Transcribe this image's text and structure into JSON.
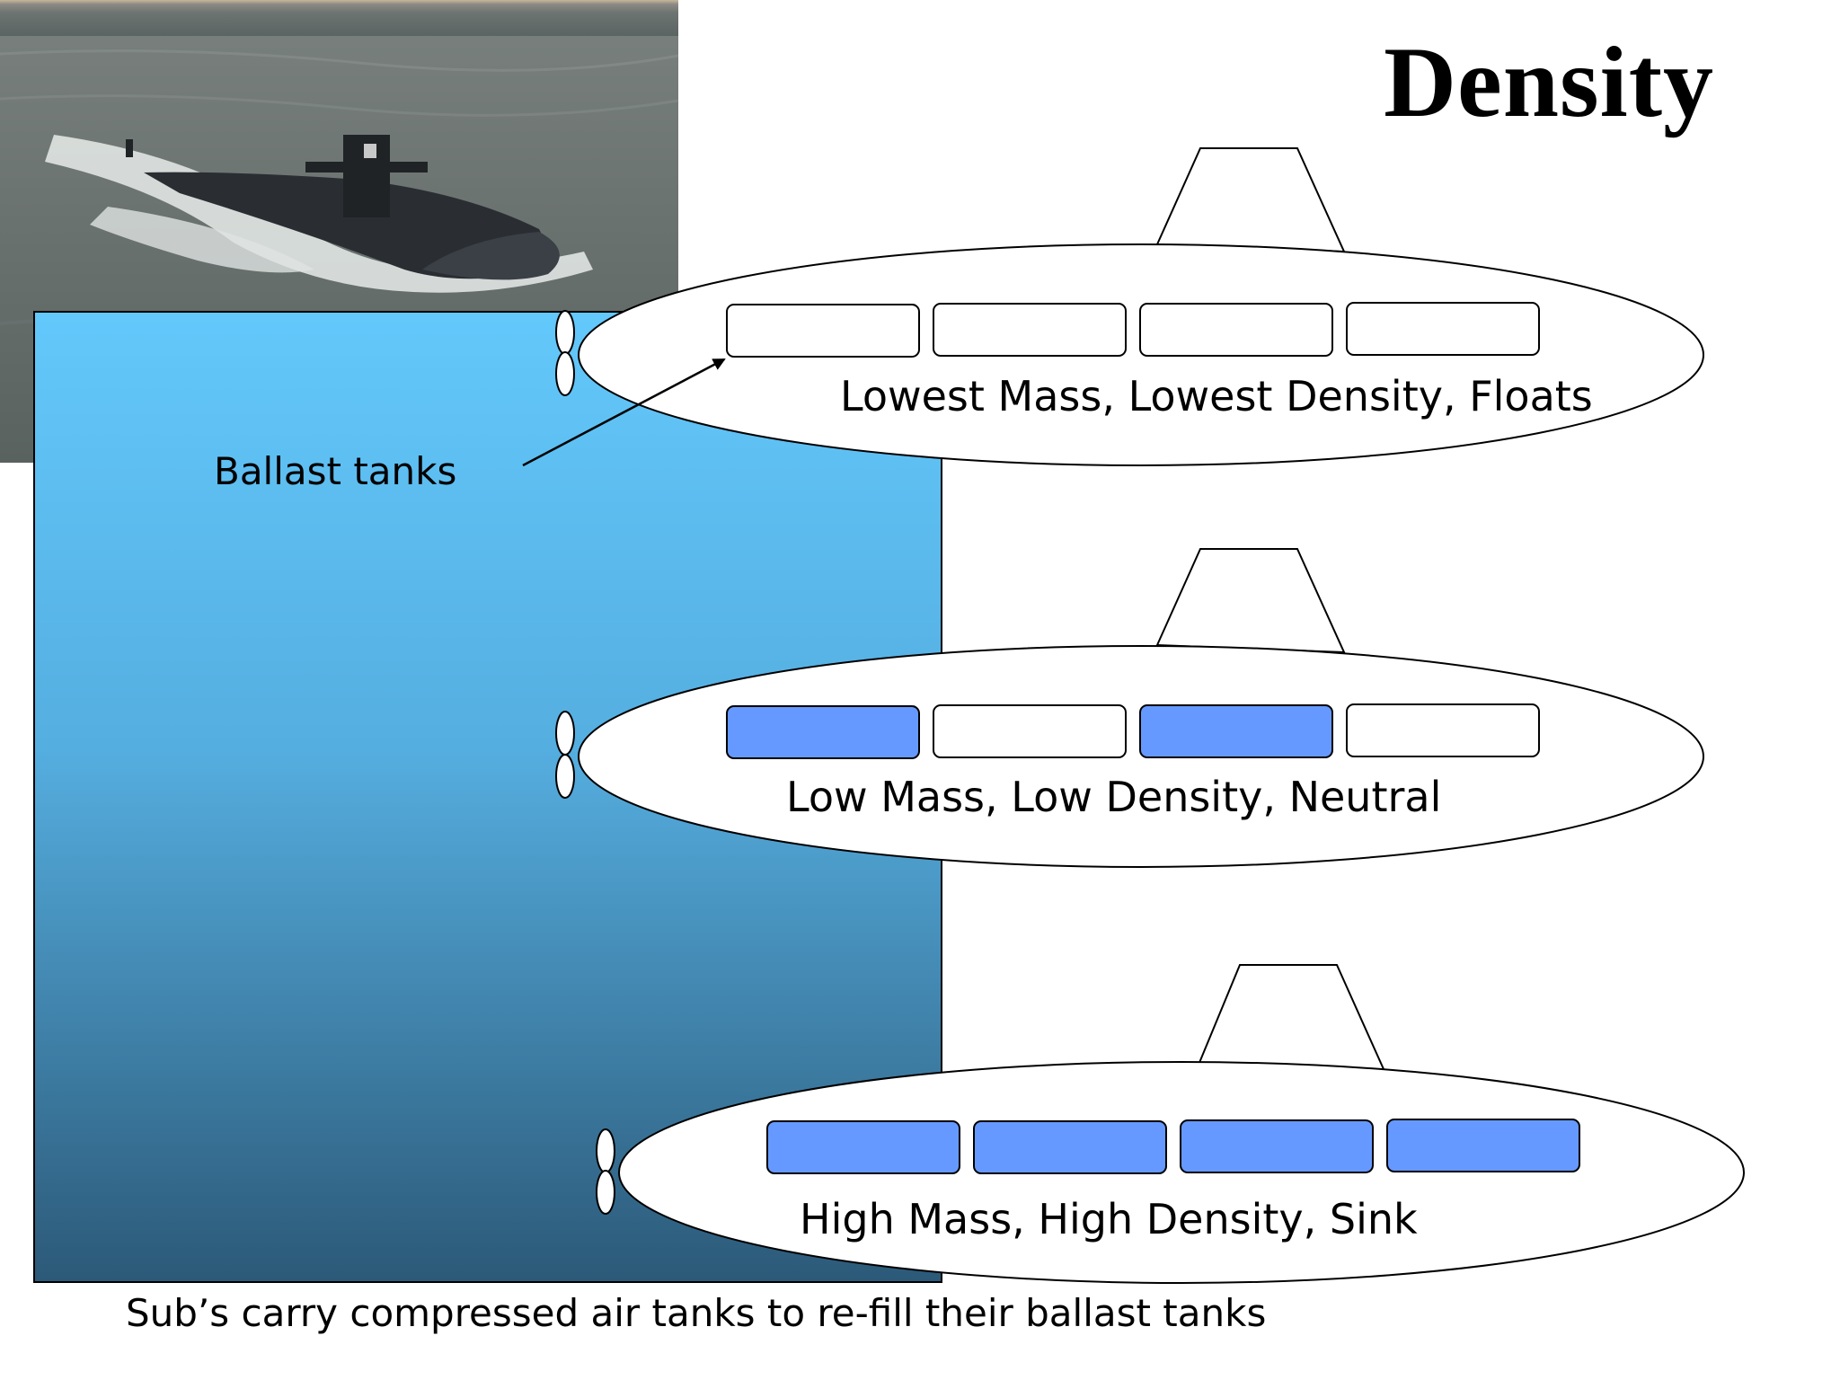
{
  "title": "Density",
  "photo": {
    "subject": "submarine-surfacing-photo"
  },
  "annotation": {
    "ballast_label": "Ballast tanks"
  },
  "colors": {
    "water_top": "#63c8fb",
    "water_bottom": "#2c5978",
    "tank_filled": "#6699ff",
    "tank_empty": "#ffffff",
    "hull": "#ffffff"
  },
  "submarines": [
    {
      "caption": "Lowest Mass, Lowest Density, Floats",
      "tanks": [
        false,
        false,
        false,
        false
      ]
    },
    {
      "caption": "Low Mass, Low Density, Neutral",
      "tanks": [
        true,
        false,
        true,
        false
      ]
    },
    {
      "caption": "High Mass, High Density, Sink",
      "tanks": [
        true,
        true,
        true,
        true
      ]
    }
  ],
  "footer": "Sub’s carry compressed air tanks to re-fill their ballast tanks"
}
